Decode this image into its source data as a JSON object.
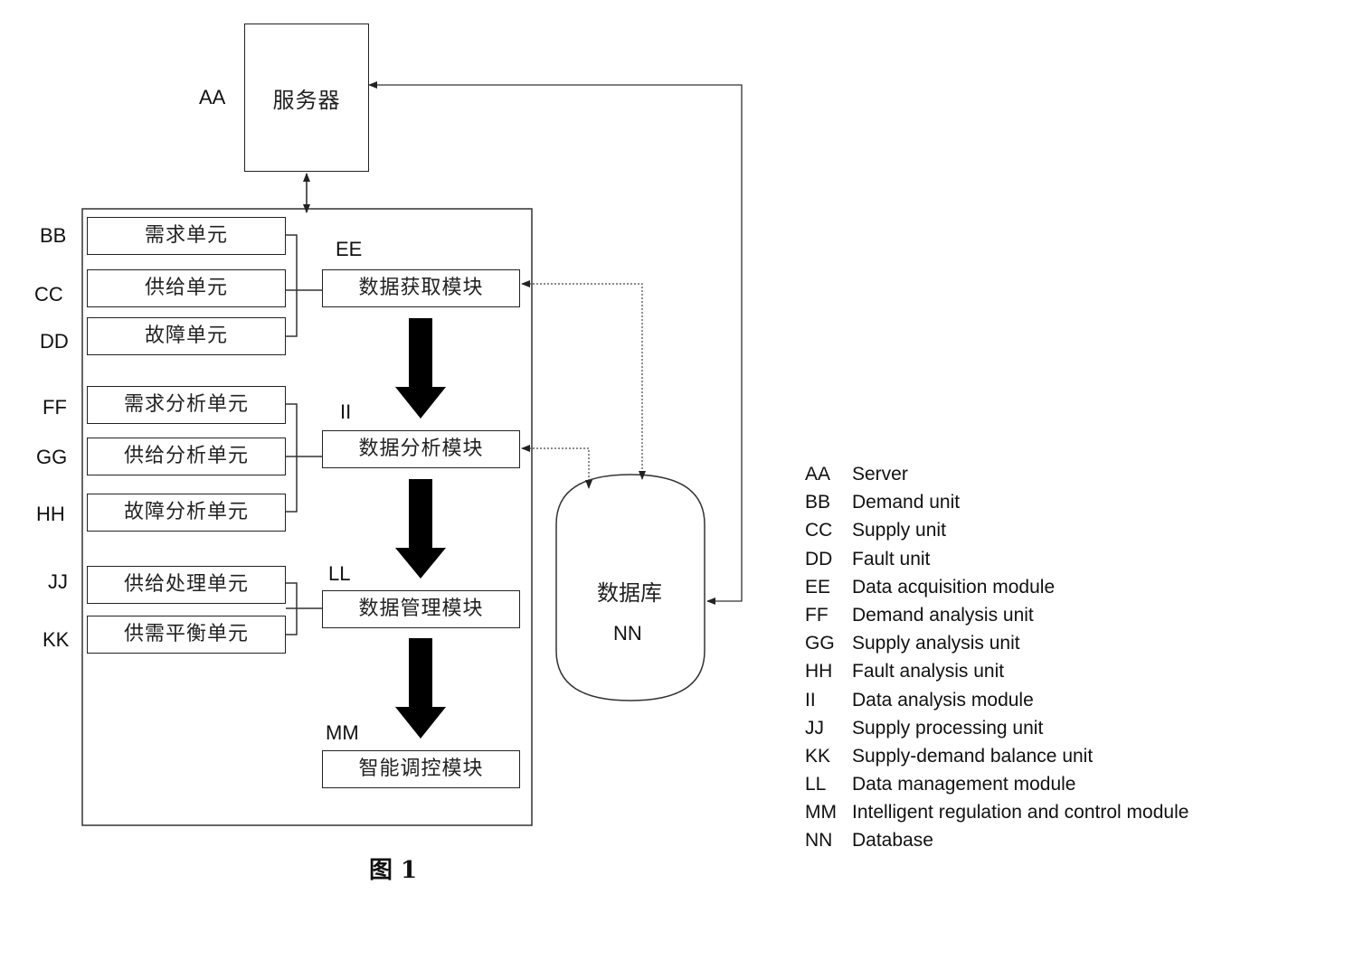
{
  "server": {
    "code": "AA",
    "title": "服务器"
  },
  "units": {
    "bb": {
      "code": "BB",
      "title": "需求单元"
    },
    "cc": {
      "code": "CC",
      "title": "供给单元"
    },
    "dd": {
      "code": "DD",
      "title": "故障单元"
    },
    "ff": {
      "code": "FF",
      "title": "需求分析单元"
    },
    "gg": {
      "code": "GG",
      "title": "供给分析单元"
    },
    "hh": {
      "code": "HH",
      "title": "故障分析单元"
    },
    "jj": {
      "code": "JJ",
      "title": "供给处理单元"
    },
    "kk": {
      "code": "KK",
      "title": "供需平衡单元"
    }
  },
  "modules": {
    "ee": {
      "code": "EE",
      "title": "数据获取模块"
    },
    "ii": {
      "code": "II",
      "title": "数据分析模块"
    },
    "ll": {
      "code": "LL",
      "title": "数据管理模块"
    },
    "mm": {
      "code": "MM",
      "title": "智能调控模块"
    }
  },
  "database": {
    "code": "NN",
    "title": "数据库"
  },
  "caption": "图 1",
  "legend": [
    {
      "code": "AA",
      "text": "Server"
    },
    {
      "code": "BB",
      "text": "Demand unit"
    },
    {
      "code": "CC",
      "text": "Supply unit"
    },
    {
      "code": "DD",
      "text": "Fault unit"
    },
    {
      "code": "EE",
      "text": "Data acquisition module"
    },
    {
      "code": "FF",
      "text": "Demand analysis unit"
    },
    {
      "code": "GG",
      "text": "Supply analysis unit"
    },
    {
      "code": "HH",
      "text": "Fault analysis unit"
    },
    {
      "code": "II",
      "text": "Data analysis module"
    },
    {
      "code": "JJ",
      "text": "Supply processing unit"
    },
    {
      "code": "KK",
      "text": "Supply-demand balance unit"
    },
    {
      "code": "LL",
      "text": "Data management module"
    },
    {
      "code": "MM",
      "text": "Intelligent regulation and control module"
    },
    {
      "code": "NN",
      "text": "Database"
    }
  ]
}
